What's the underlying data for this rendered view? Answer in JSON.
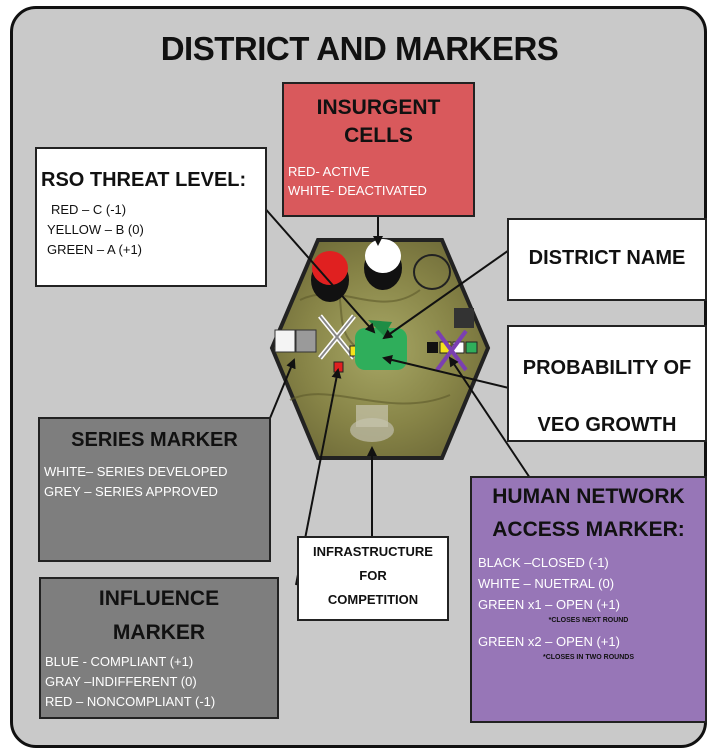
{
  "title": "DISTRICT AND MARKERS",
  "insurgent_cells": {
    "heading": [
      "INSURGENT",
      "CELLS"
    ],
    "lines": [
      "RED- ACTIVE",
      "WHITE- DEACTIVATED"
    ]
  },
  "rso_threat_level": {
    "heading": "RSO THREAT LEVEL:",
    "lines": [
      "RED – C (-1)",
      "YELLOW – B (0)",
      "GREEN – A (+1)"
    ]
  },
  "district_name": {
    "heading": "DISTRICT NAME"
  },
  "probability_veo": {
    "heading": [
      "PROBABILITY OF",
      "VEO GROWTH"
    ]
  },
  "series_marker": {
    "heading": "SERIES MARKER",
    "lines": [
      "WHITE– SERIES DEVELOPED",
      "GREY – SERIES APPROVED"
    ]
  },
  "infrastructure": {
    "heading": [
      "INFRASTRUCTURE",
      "FOR",
      "COMPETITION"
    ]
  },
  "influence_marker": {
    "heading": [
      "INFLUENCE",
      "MARKER"
    ],
    "lines": [
      "BLUE - COMPLIANT (+1)",
      "GRAY –INDIFFERENT (0)",
      "RED – NONCOMPLIANT  (-1)"
    ]
  },
  "human_network": {
    "heading": [
      "HUMAN NETWORK",
      "ACCESS MARKER:"
    ],
    "lines": [
      "BLACK –CLOSED (-1)",
      "WHITE – NUETRAL (0)",
      "GREEN x1 – OPEN (+1)"
    ],
    "note1": "*CLOSES NEXT ROUND",
    "line4": "GREEN x2 – OPEN (+1)",
    "note2": "*CLOSES IN TWO ROUNDS"
  },
  "colors": {
    "background": "#c9c9c9",
    "insurgent_box": "#d9595c",
    "series_box": "#7e7e7e",
    "influence_box": "#7e7e7e",
    "human_network_box": "#9776b7",
    "hex_fill": "#8e8a4e",
    "district_marker": "#2fae5b",
    "veo_cross": "#7b3fb1"
  }
}
